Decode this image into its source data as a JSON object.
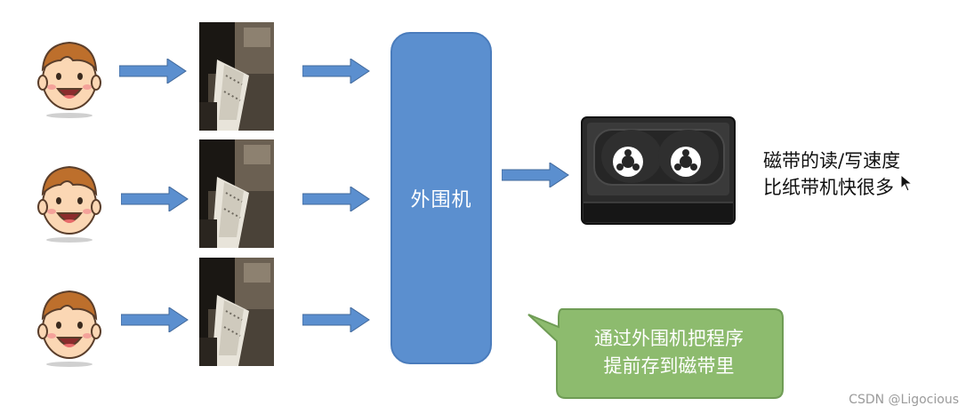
{
  "peripheral": {
    "label": "外围机"
  },
  "tape_note": {
    "lines": [
      "磁带的读/写速度",
      "比纸带机快很多"
    ]
  },
  "callout": {
    "lines": [
      "通过外围机把程序",
      "提前存到磁带里"
    ]
  },
  "watermark": {
    "text": "CSDN @Ligocious"
  },
  "colors": {
    "arrow": "#5b8fcf",
    "peripheral": "#5b8fcf",
    "callout": "#8dbb6e",
    "face": "#fbd7b4",
    "hair": "#bd6f2c"
  }
}
